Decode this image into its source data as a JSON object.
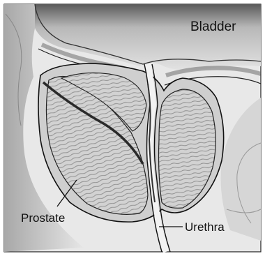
{
  "labels": {
    "bladder": "Bladder",
    "prostate": "Prostate",
    "urethra": "Urethra"
  },
  "colors": {
    "background": "#ffffff",
    "frame": "#222222",
    "tissue_light": "#dcdcdc",
    "tissue_mid": "#bdbdbd",
    "tissue_dark": "#8a8a8a",
    "lobe_fill": "#d4d4d4",
    "outline": "#111111"
  },
  "icons": [
    "anatomy-illustration"
  ]
}
